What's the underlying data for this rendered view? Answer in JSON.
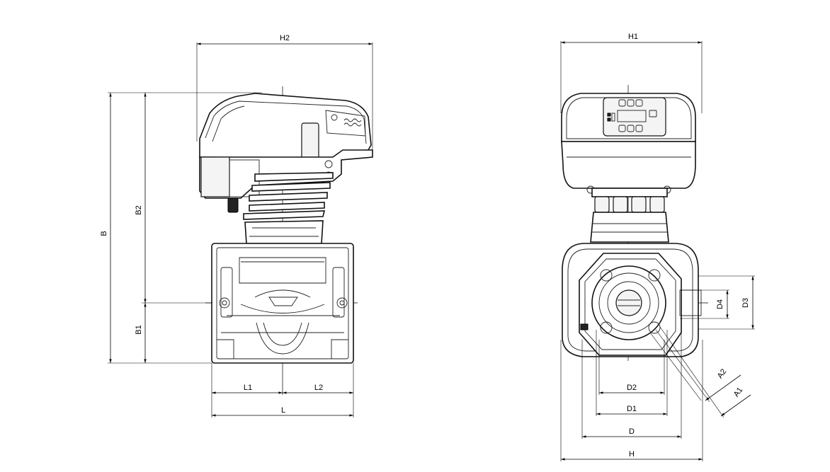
{
  "colors": {
    "line": "#000000",
    "background": "#ffffff"
  },
  "side_view": {
    "labels": {
      "h2": "H2",
      "b": "B",
      "b2": "B2",
      "b1": "B1",
      "l1": "L1",
      "l2": "L2",
      "l": "L"
    }
  },
  "front_view": {
    "labels": {
      "h1": "H1",
      "d4": "D4",
      "d3": "D3",
      "a2": "A2",
      "a1": "A1",
      "d2": "D2",
      "d1": "D1",
      "d": "D",
      "h": "H"
    }
  }
}
